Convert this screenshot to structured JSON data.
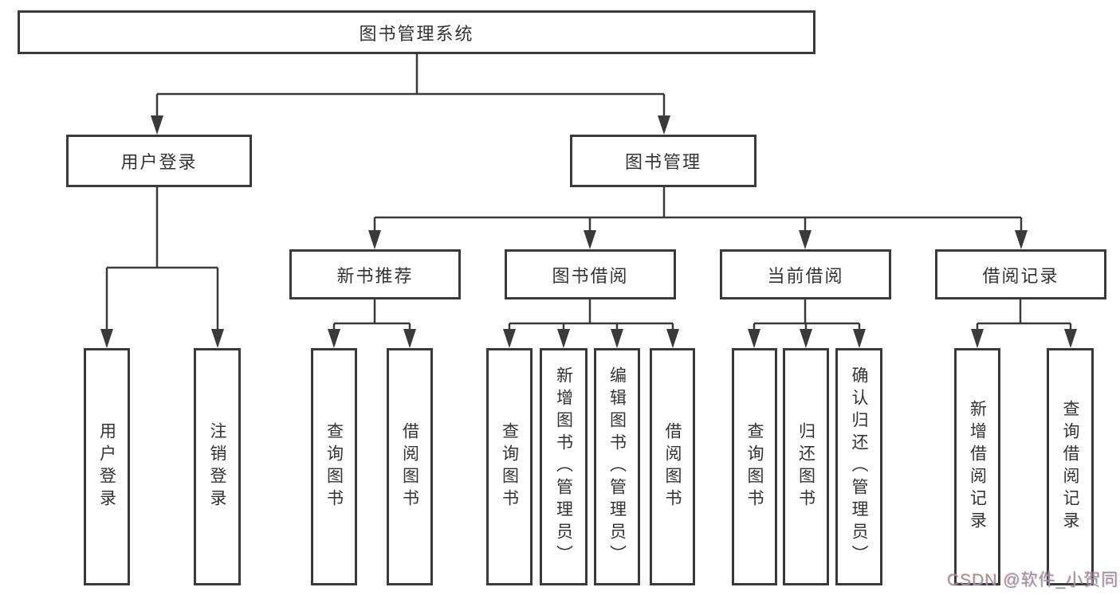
{
  "diagram_title": "图书管理系统",
  "colors": {
    "line": "#3a3a3a",
    "box_border": "#3a3a3a",
    "text": "#333333",
    "background": "#ffffff",
    "watermark": "#9e9496"
  },
  "tree": {
    "label": "图书管理系统",
    "children": [
      {
        "label": "用户登录",
        "children": [
          {
            "label": "用户登录"
          },
          {
            "label": "注销登录"
          }
        ]
      },
      {
        "label": "图书管理",
        "children": [
          {
            "label": "新书推荐",
            "children": [
              {
                "label": "查询图书"
              },
              {
                "label": "借阅图书"
              }
            ]
          },
          {
            "label": "图书借阅",
            "children": [
              {
                "label": "查询图书"
              },
              {
                "label": "新增图书（管理员）"
              },
              {
                "label": "编辑图书（管理员）"
              },
              {
                "label": "借阅图书"
              }
            ]
          },
          {
            "label": "当前借阅",
            "children": [
              {
                "label": "查询图书"
              },
              {
                "label": "归还图书"
              },
              {
                "label": "确认归还（管理员）"
              }
            ]
          },
          {
            "label": "借阅记录",
            "children": [
              {
                "label": "新增借阅记录"
              },
              {
                "label": "查询借阅记录"
              }
            ]
          }
        ]
      }
    ]
  },
  "watermark": "CSDN @软件_小贺同学"
}
